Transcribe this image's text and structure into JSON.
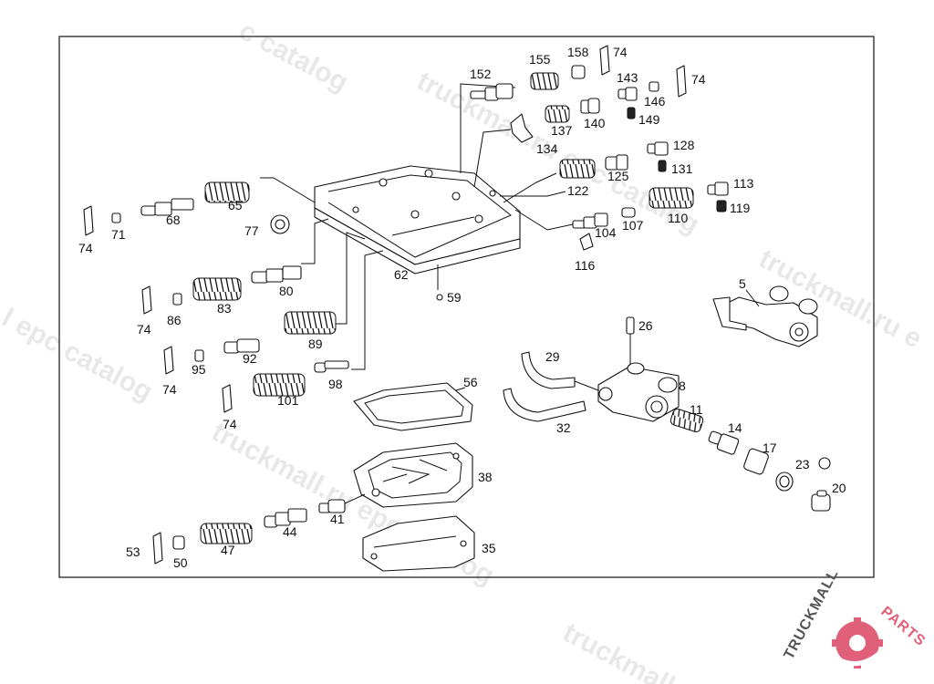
{
  "watermark": {
    "text_catalog": "truckmall.ru epc catalog",
    "text_fragment_1": "c catalog",
    "text_fragment_2": "l epc catalog",
    "text_fragment_3": "truckmall.ru",
    "text_fragment_4": "truckmall.ru e"
  },
  "logo": {
    "text_main": "TRUCKMALL",
    "text_accent": "PARTS",
    "color_main": "#555555",
    "color_accent": "#e0607a"
  },
  "parts": {
    "p5": "5",
    "p8": "8",
    "p11": "11",
    "p14": "14",
    "p17": "17",
    "p20": "20",
    "p23": "23",
    "p26": "26",
    "p29": "29",
    "p32": "32",
    "p35": "35",
    "p38": "38",
    "p41": "41",
    "p44": "44",
    "p47": "47",
    "p50": "50",
    "p53": "53",
    "p56": "56",
    "p59": "59",
    "p62": "62",
    "p65": "65",
    "p68": "68",
    "p71": "71",
    "p74": "74",
    "p77": "77",
    "p80": "80",
    "p83": "83",
    "p86": "86",
    "p89": "89",
    "p92": "92",
    "p95": "95",
    "p98": "98",
    "p101": "101",
    "p104": "104",
    "p107": "107",
    "p110": "110",
    "p113": "113",
    "p116": "116",
    "p119": "119",
    "p122": "122",
    "p125": "125",
    "p128": "128",
    "p131": "131",
    "p134": "134",
    "p137": "137",
    "p140": "140",
    "p143": "143",
    "p146": "146",
    "p149": "149",
    "p152": "152",
    "p155": "155",
    "p158": "158"
  }
}
